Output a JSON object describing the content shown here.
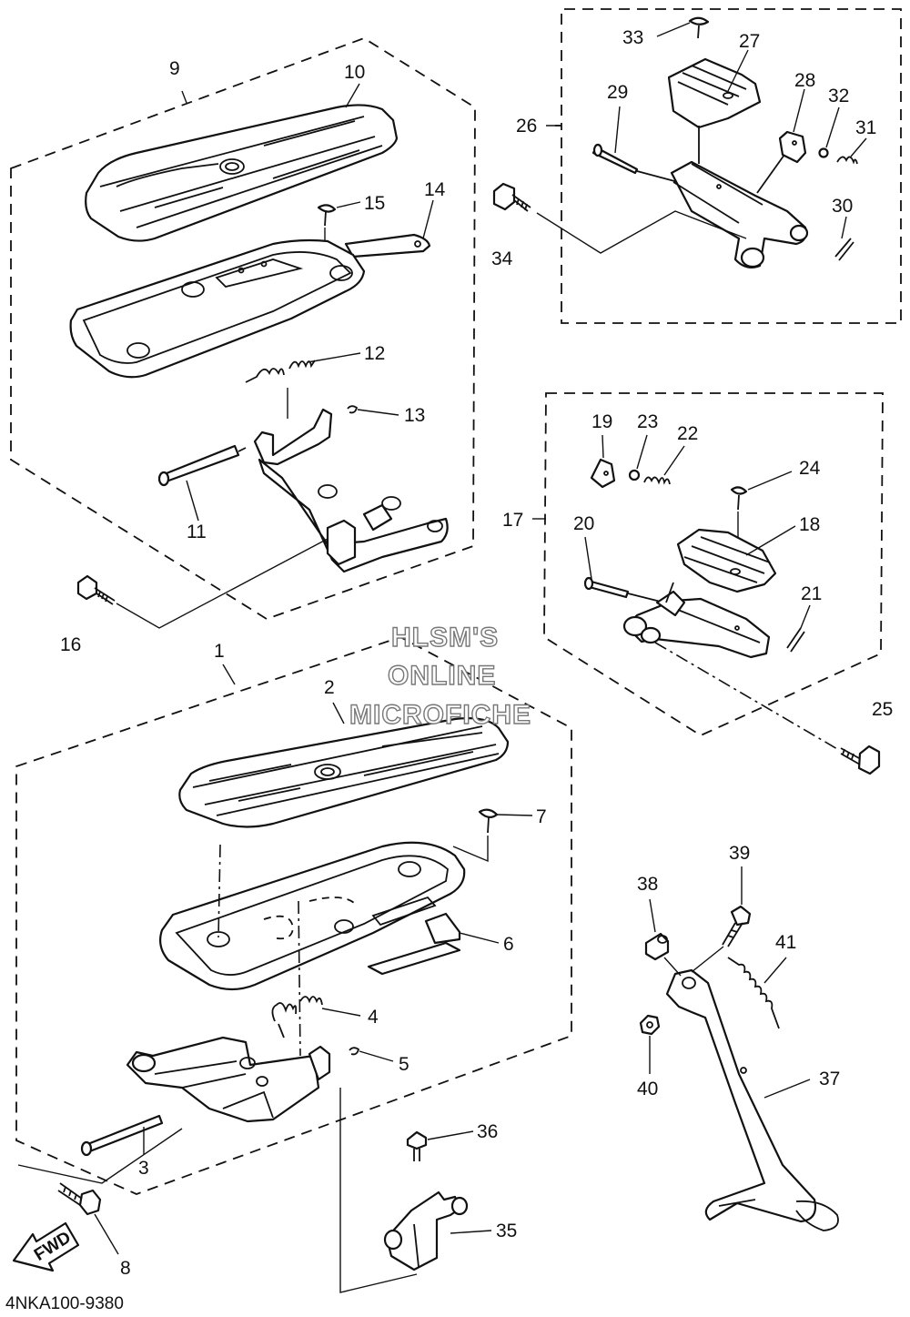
{
  "callouts": {
    "c1": "1",
    "c2": "2",
    "c3": "3",
    "c4": "4",
    "c5": "5",
    "c6": "6",
    "c7": "7",
    "c8": "8",
    "c9": "9",
    "c10": "10",
    "c11": "11",
    "c12": "12",
    "c13": "13",
    "c14": "14",
    "c15": "15",
    "c16": "16",
    "c17": "17",
    "c18": "18",
    "c19": "19",
    "c20": "20",
    "c21": "21",
    "c22": "22",
    "c23": "23",
    "c24": "24",
    "c25": "25",
    "c26": "26",
    "c27": "27",
    "c28": "28",
    "c29": "29",
    "c30": "30",
    "c31": "31",
    "c32": "32",
    "c33": "33",
    "c34": "34",
    "c35": "35",
    "c36": "36",
    "c37": "37",
    "c38": "38",
    "c39": "39",
    "c40": "40",
    "c41": "41"
  },
  "watermark": {
    "line1": "HLSM'S",
    "line2": "ONLINE",
    "line3": "MICROFICHE"
  },
  "fwd_label": "FWD",
  "diagram_code": "4NKA100-9380"
}
